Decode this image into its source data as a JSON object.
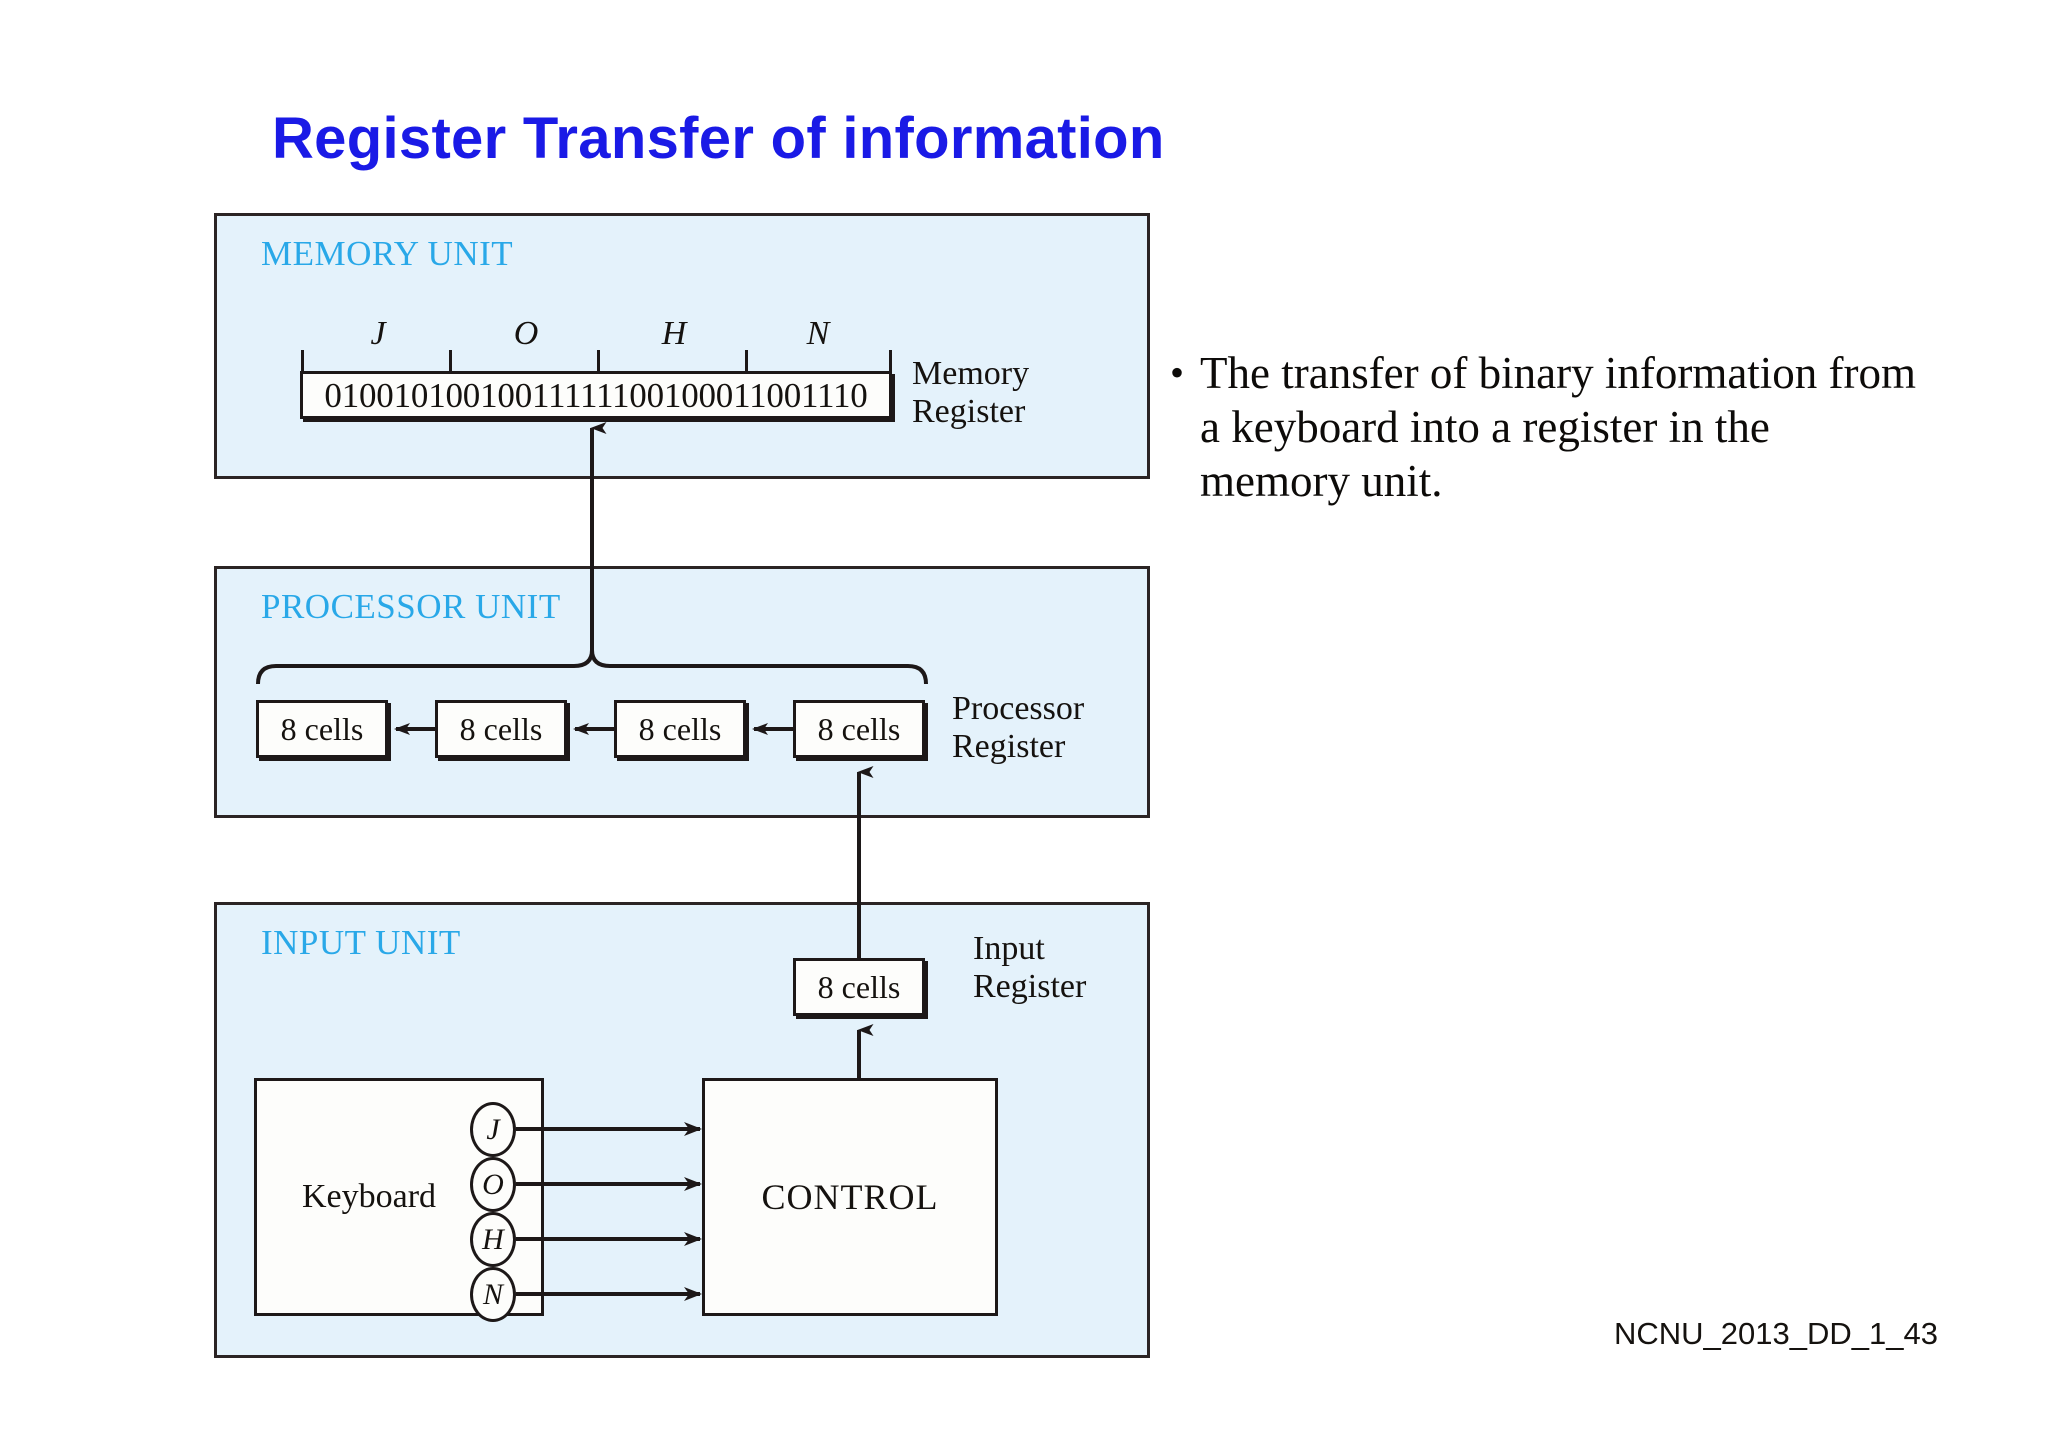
{
  "slide": {
    "title": "Register Transfer of information",
    "footer_code": "NCNU_2013_DD_1_43",
    "title_color": "#1a1ae6",
    "heading_color": "#29a8e8",
    "panel_fill": "#e4f2fb",
    "panel_border": "#2b2424"
  },
  "bullet": {
    "marker": "•",
    "text": "The transfer of binary information from a keyboard into a register in the memory unit."
  },
  "memory_unit": {
    "heading": "MEMORY UNIT",
    "register_caption": "Memory\nRegister",
    "register_caption_line1": "Memory",
    "register_caption_line2": "Register",
    "bits": "01001010010011111100100011001110",
    "group_labels": [
      "J",
      "O",
      "H",
      "N"
    ],
    "groups": [
      "01001010",
      "01001111",
      "11001000",
      "11001110"
    ]
  },
  "processor_unit": {
    "heading": "PROCESSOR UNIT",
    "register_caption_line1": "Processor",
    "register_caption_line2": "Register",
    "cells": [
      "8 cells",
      "8 cells",
      "8 cells",
      "8 cells"
    ]
  },
  "input_unit": {
    "heading": "INPUT UNIT",
    "register_caption_line1": "Input",
    "register_caption_line2": "Register",
    "input_cell": "8 cells",
    "keyboard_label": "Keyboard",
    "control_label": "CONTROL",
    "keys": [
      "J",
      "O",
      "H",
      "N"
    ]
  }
}
